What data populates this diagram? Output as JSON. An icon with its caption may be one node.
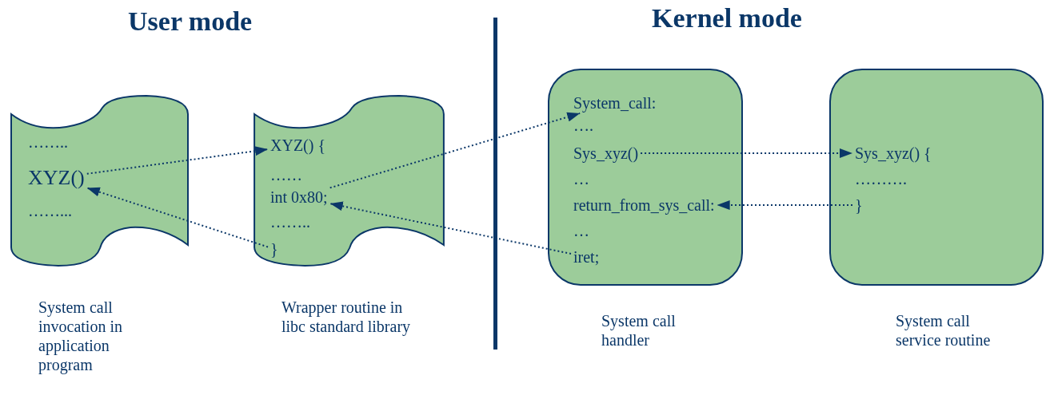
{
  "diagram": {
    "nodes": [
      {
        "text": [],
        "shape": "scroll",
        "beside": [
          "System call invocation in application program"
        ]
      },
      {
        "text": [
          "…….."
        ],
        "in": 0
      },
      {
        "text": [
          "XYZ()"
        ],
        "in": 0
      },
      {
        "text": [
          "……..."
        ],
        "in": 0
      },
      {
        "text": [],
        "shape": "scroll",
        "beside": [
          "Wrapper routine in libc standard library"
        ]
      },
      {
        "text": [
          "XYZ() {"
        ],
        "in": 4
      },
      {
        "text": [
          "……"
        ],
        "in": 4
      },
      {
        "text": [
          "int 0x80;"
        ],
        "in": 4
      },
      {
        "text": [
          "…….."
        ],
        "in": 4
      },
      {
        "text": [
          "}"
        ],
        "in": 4
      },
      {
        "text": [],
        "shape": "box",
        "beside": [
          "System call handler"
        ]
      },
      {
        "text": [
          "System_call:"
        ],
        "in": 10
      },
      {
        "text": [
          "…."
        ],
        "in": 10
      },
      {
        "text": [
          "Sys_xyz()"
        ],
        "in": 10
      },
      {
        "text": [
          "…"
        ],
        "in": 10
      },
      {
        "text": [
          "return_from_sys_call:"
        ],
        "in": 10
      },
      {
        "text": [
          "…"
        ],
        "in": 10
      },
      {
        "text": [
          "iret;"
        ],
        "in": 10
      },
      {
        "text": [],
        "shape": "box",
        "beside": [
          "System call service routine"
        ]
      },
      {
        "text": [
          "Sys_xyz() {"
        ],
        "in": 18
      },
      {
        "text": [
          "………."
        ],
        "in": 18
      },
      {
        "text": [
          "}"
        ],
        "in": 18
      }
    ],
    "edges": [
      {
        "from": 2,
        "to": 5,
        "arrow": "to"
      },
      {
        "from": 9,
        "to": 2,
        "arrow": "to"
      },
      {
        "from": 7,
        "to": 11,
        "arrow": "to"
      },
      {
        "from": 17,
        "to": 7,
        "arrow": "to"
      },
      {
        "from": 13,
        "to": 19,
        "arrow": "to"
      },
      {
        "from": 21,
        "to": 15,
        "arrow": "to"
      }
    ],
    "labels": [
      "User mode",
      "Kernel mode"
    ]
  }
}
